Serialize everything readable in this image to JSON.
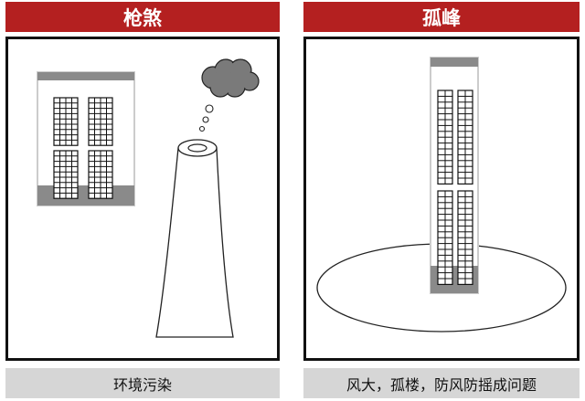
{
  "panels": [
    {
      "title": "枪煞",
      "caption": "环境污染"
    },
    {
      "title": "孤峰",
      "caption": "风大，孤楼，防风防摇成问题"
    }
  ],
  "colors": {
    "header": "#b42020",
    "caption_bg": "#d6d6d6",
    "frame": "#111111"
  }
}
